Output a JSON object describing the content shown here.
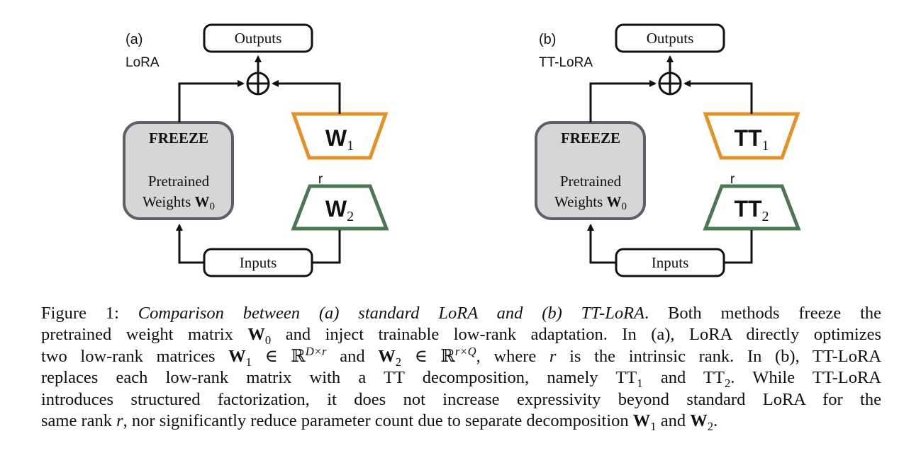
{
  "panels": [
    {
      "tag": "(a)",
      "name": "LoRA",
      "outputs_label": "Outputs",
      "inputs_label": "Inputs",
      "freeze_label": "FREEZE",
      "pretrained_line1": "Pretrained",
      "pretrained_line2": "Weights",
      "pretrained_symbol": "W",
      "pretrained_sub": "0",
      "top_adapter_symbol": "W",
      "top_adapter_sub": "1",
      "bottom_adapter_symbol": "W",
      "bottom_adapter_sub": "2",
      "rank_label": "r",
      "adder_symbol": "⊕"
    },
    {
      "tag": "(b)",
      "name": "TT-LoRA",
      "outputs_label": "Outputs",
      "inputs_label": "Inputs",
      "freeze_label": "FREEZE",
      "pretrained_line1": "Pretrained",
      "pretrained_line2": "Weights",
      "pretrained_symbol": "W",
      "pretrained_sub": "0",
      "top_adapter_symbol": "TT",
      "top_adapter_sub": "1",
      "bottom_adapter_symbol": "TT",
      "bottom_adapter_sub": "2",
      "rank_label": "r",
      "adder_symbol": "⊕"
    }
  ],
  "colors": {
    "top_adapter_stroke": "#E3922A",
    "bottom_adapter_stroke": "#4D7654",
    "freeze_fill": "#D6D6D6",
    "freeze_stroke": "#5E6068",
    "line": "#111111"
  },
  "caption": {
    "l1_a": "Figure 1: ",
    "l1_b": "Comparison between (a) standard LoRA and (b) TT-LoRA",
    "l1_c": ". Both methods freeze the",
    "l2_a": "pretrained weight matrix ",
    "l2_b": "W",
    "l2_b_sub": "0",
    "l2_c": " and inject trainable low-rank adaptation. In (a), LoRA directly optimizes",
    "l3_a": "two low-rank matrices ",
    "l3_w1": "W",
    "l3_w1_sub": "1",
    "l3_in1": " ∈ ℝ",
    "l3_sup1": "D×r",
    "l3_and": " and ",
    "l3_w2": "W",
    "l3_w2_sub": "2",
    "l3_in2": " ∈ ℝ",
    "l3_sup2": "r×Q",
    "l3_where": ", where ",
    "l3_r": "r",
    "l3_end": " is the intrinsic rank. In (b), TT-LoRA",
    "l4_a": "replaces each low-rank matrix with a TT decomposition, namely ",
    "l4_tt1": "TT",
    "l4_tt1_sub": "1",
    "l4_and": " and ",
    "l4_tt2": "TT",
    "l4_tt2_sub": "2",
    "l4_end": ". While TT-LoRA",
    "l5": "introduces structured factorization, it does not increase expressivity beyond standard LoRA for the",
    "l6_a": "same rank ",
    "l6_r": "r",
    "l6_b": ", nor significantly reduce parameter count due to separate decomposition ",
    "l6_w1": "W",
    "l6_w1_sub": "1",
    "l6_and": " and ",
    "l6_w2": "W",
    "l6_w2_sub": "2",
    "l6_end": "."
  }
}
